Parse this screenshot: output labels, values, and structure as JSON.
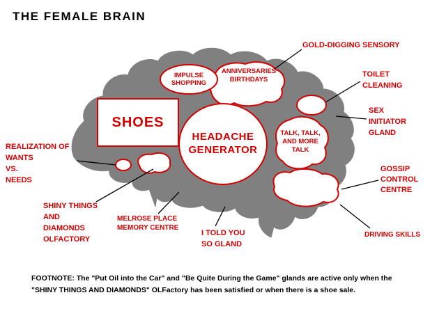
{
  "title": "THE FEMALE BRAIN",
  "colors": {
    "brain_gray": "#808080",
    "accent_red": "#d40000",
    "line_black": "#000000",
    "background": "#ffffff"
  },
  "brain_regions": {
    "shoes": {
      "lines": [
        "SHOES"
      ]
    },
    "headache_generator": {
      "lines": [
        "HEADACHE",
        "GENERATOR"
      ]
    },
    "impulse_shopping": {
      "lines": [
        "IMPULSE",
        "SHOPPING"
      ]
    },
    "anniversaries_birthdays": {
      "lines": [
        "ANNIVERSARIES",
        "BIRTHDAYS"
      ]
    },
    "talk": {
      "lines": [
        "TALK, TALK,",
        "AND MORE",
        "TALK"
      ]
    }
  },
  "callouts": {
    "gold_digging_sensory": {
      "lines": [
        "GOLD-DIGGING SENSORY"
      ]
    },
    "toilet_cleaning": {
      "lines": [
        "TOILET",
        "CLEANING"
      ]
    },
    "sex_initiator_gland": {
      "lines": [
        "SEX",
        "INITIATOR",
        "GLAND"
      ]
    },
    "gossip_control_centre": {
      "lines": [
        "GOSSIP",
        "CONTROL",
        "CENTRE"
      ]
    },
    "driving_skills": {
      "lines": [
        "DRIVING SKILLS"
      ]
    },
    "realization_wants_needs": {
      "lines": [
        "REALIZATION OF",
        "WANTS",
        "VS.",
        "NEEDS"
      ]
    },
    "shiny_things_diamonds": {
      "lines": [
        "SHINY THINGS",
        "AND",
        "DIAMONDS",
        "OLFACTORY"
      ]
    },
    "melrose_place_memory": {
      "lines": [
        "MELROSE PLACE",
        "MEMORY CENTRE"
      ]
    },
    "i_told_you_so": {
      "lines": [
        "I TOLD YOU",
        "SO GLAND"
      ]
    }
  },
  "footnote": {
    "lines": [
      "FOOTNOTE:  The \"Put Oil into the Car\" and \"Be Quite During the Game\" glands are active only when the",
      "\"SHINY THINGS AND DIAMONDS\" OLFactory has been satisfied or when there is a shoe sale."
    ]
  }
}
